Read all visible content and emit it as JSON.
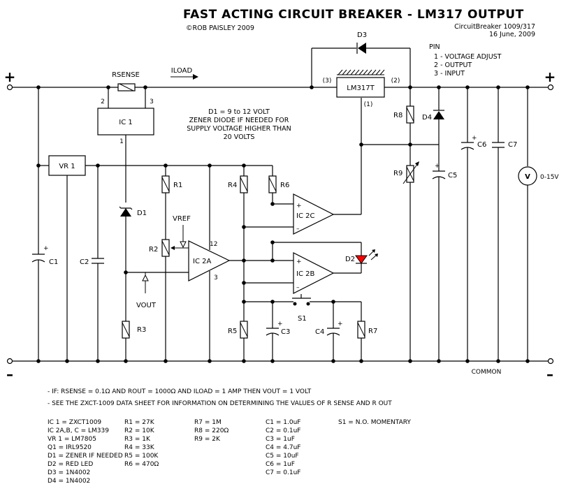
{
  "title": "FAST ACTING CIRCUIT BREAKER  -  LM317 OUTPUT",
  "copyright": "©ROB PAISLEY 2009",
  "ref": "CircuitBreaker 1009/317",
  "date": "16 June, 2009",
  "pin_info": [
    "PIN",
    "1 - VOLTAGE ADJUST",
    "2 - OUTPUT",
    "3 - INPUT"
  ],
  "zener_note": [
    "D1 = 9 to 12 VOLT",
    "ZENER DIODE IF NEEDED FOR",
    "SUPPLY VOLTAGE HIGHER THAN",
    "20 VOLTS"
  ],
  "labels": {
    "plus": "+",
    "minus": "–",
    "rsense": "RSENSE",
    "iload": "ILOAD",
    "vref": "VREF",
    "vout": "VOUT",
    "common": "COMMON",
    "meter_v": "V",
    "meter_range": "0-15V",
    "lm317": "LM317T",
    "ic1": "IC 1",
    "vr1": "VR 1",
    "ic2a": "IC 2A",
    "ic2b": "IC 2B",
    "ic2c": "IC 2C",
    "pin3_lm": "(3)",
    "pin2_lm": "(2)",
    "pin1_lm": "(1)",
    "ic1_pin2": "2",
    "ic1_pin3": "3",
    "ic1_pin1": "1",
    "ic2a_pin12": "12",
    "ic2a_pin3": "3",
    "R1": "R1",
    "R2": "R2",
    "R3": "R3",
    "R4": "R4",
    "R5": "R5",
    "R6": "R6",
    "R7": "R7",
    "R8": "R8",
    "R9": "R9",
    "C1": "C1",
    "C2": "C2",
    "C3": "C3",
    "C4": "C4",
    "C5": "C5",
    "C6": "C6",
    "C7": "C7",
    "D1": "D1",
    "D2": "D2",
    "D3": "D3",
    "D4": "D4",
    "S1": "S1"
  },
  "notes": [
    "- IF:  RSENSE = 0.1Ω  AND  ROUT = 1000Ω  AND  ILOAD = 1 AMP THEN VOUT = 1 VOLT",
    "- SEE THE ZXCT-1009 DATA SHEET FOR INFORMATION ON DETERMINING THE VALUES OF R SENSE AND R OUT"
  ],
  "parts": {
    "col1": [
      "IC 1 = ZXCT1009",
      "IC 2A,B, C = LM339",
      "VR 1 = LM7805",
      "Q1 = IRL9520",
      "D1 = ZENER IF NEEDED",
      "D2 = RED LED",
      "D3 = 1N4002",
      "D4 = 1N4002"
    ],
    "col2": [
      "R1 = 27K",
      "R2 = 10K",
      "R3 = 1K",
      "R4 = 33K",
      "R5 = 100K",
      "R6 = 470Ω"
    ],
    "col3": [
      "R7 = 1M",
      "R8 = 220Ω",
      "R9 = 2K"
    ],
    "col4": [
      "C1 = 1.0uF",
      "C2 = 0.1uF",
      "C3 = 1uF",
      "C4 = 4.7uF",
      "C5 = 10uF",
      "C6 = 1uF",
      "C7 = 0.1uF"
    ],
    "col5": [
      "S1 = N.O. MOMENTARY"
    ]
  },
  "colors": {
    "led": "#ff0000",
    "ink": "#000000"
  }
}
